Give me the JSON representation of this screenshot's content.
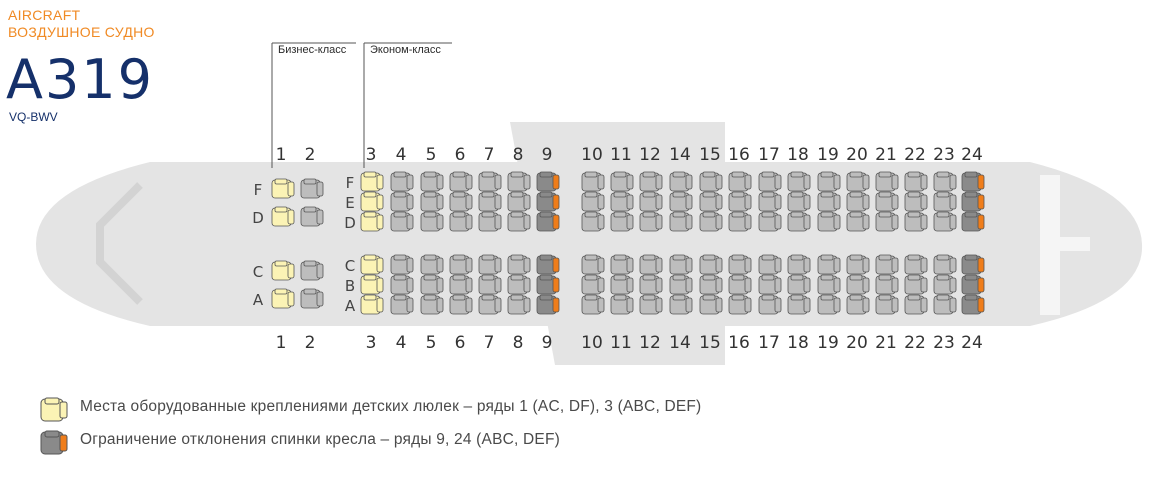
{
  "header": {
    "line1": "AIRCRAFT",
    "line2": "ВОЗДУШНОЕ СУДНО",
    "model": "A319",
    "registration": "VQ-BWV"
  },
  "classes": {
    "business": "Бизнес-класс",
    "economy": "Эконом-класс"
  },
  "business_rows": [
    "1",
    "2"
  ],
  "economy_rows": [
    "3",
    "4",
    "5",
    "6",
    "7",
    "8",
    "9",
    "10",
    "11",
    "12",
    "14",
    "15",
    "16",
    "17",
    "18",
    "19",
    "20",
    "21",
    "22",
    "23",
    "24"
  ],
  "seat_letters_upper": [
    "F",
    "E",
    "D"
  ],
  "seat_letters_lower": [
    "C",
    "B",
    "A"
  ],
  "business_letters_upper": [
    "F",
    "D"
  ],
  "business_letters_lower": [
    "C",
    "A"
  ],
  "bassinet_rows": [
    "1",
    "3"
  ],
  "limited_recline_rows": [
    "9",
    "24"
  ],
  "colors": {
    "bassinet": "#fbf3b5",
    "standard": "#bdbdbd",
    "limited": "#8a8a8a",
    "limited_accent": "#ef7d1a",
    "fuselage": "#e4e4e4",
    "header_accent": "#f08a24",
    "model_color": "#15306a"
  },
  "legend": [
    {
      "icon": "bassinet-seat-icon",
      "text": "Места оборудованные креплениями детских люлек – ряды 1 (AC, DF), 3 (ABC, DEF)"
    },
    {
      "icon": "limited-recline-seat-icon",
      "text": "Ограничение отклонения спинки кресла – ряды 9, 24 (ABC, DEF)"
    }
  ]
}
